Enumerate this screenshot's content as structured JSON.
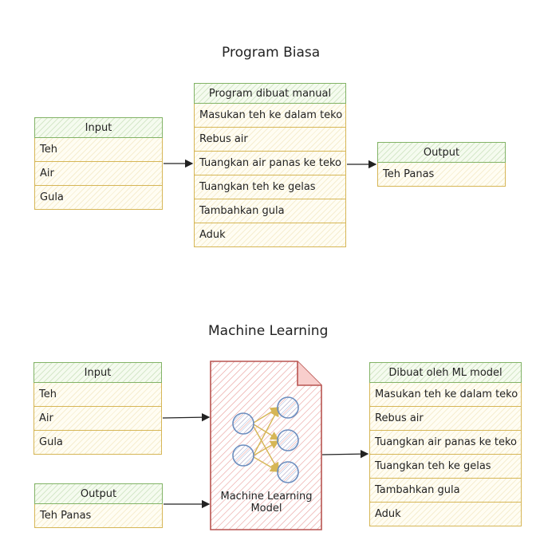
{
  "program_biasa": {
    "title": "Program Biasa",
    "input": {
      "header": "Input",
      "items": [
        "Teh",
        "Air",
        "Gula"
      ]
    },
    "program": {
      "header": "Program dibuat manual",
      "items": [
        "Masukan teh ke dalam teko",
        "Rebus air",
        "Tuangkan air panas ke teko",
        "Tuangkan teh ke gelas",
        "Tambahkan gula",
        "Aduk"
      ]
    },
    "output": {
      "header": "Output",
      "items": [
        "Teh Panas"
      ]
    }
  },
  "machine_learning": {
    "title": "Machine Learning",
    "input": {
      "header": "Input",
      "items": [
        "Teh",
        "Air",
        "Gula"
      ]
    },
    "output": {
      "header": "Output",
      "items": [
        "Teh Panas"
      ]
    },
    "model": {
      "label_line1": "Machine Learning",
      "label_line2": "Model"
    },
    "result": {
      "header": "Dibuat oleh ML model",
      "items": [
        "Masukan teh ke dalam teko",
        "Rebus air",
        "Tuangkan air panas ke teko",
        "Tuangkan teh ke gelas",
        "Tambahkan gula",
        "Aduk"
      ]
    }
  },
  "colors": {
    "header_stroke": "#82b366",
    "row_stroke": "#d6b656",
    "model_stroke": "#b85450",
    "model_fill": "#f8cecc",
    "node_stroke": "#6c8ebf",
    "node_fill": "#dae8fc",
    "edge_color": "#d6b656",
    "arrow_color": "#222222"
  }
}
